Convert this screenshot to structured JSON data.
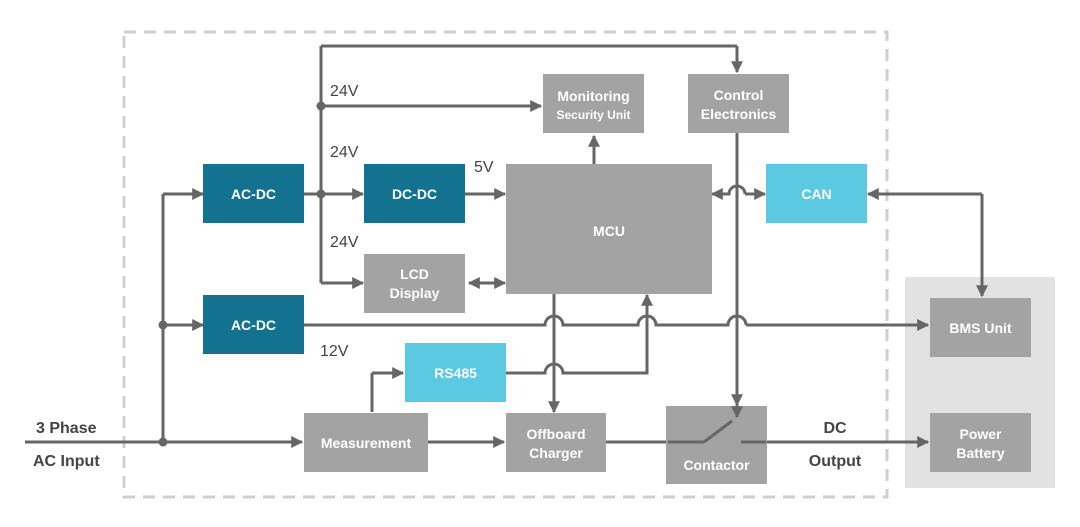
{
  "colors": {
    "teal": "#12728f",
    "cyan": "#5bc9e1",
    "gray_block": "#a3a3a3",
    "wire": "#666666",
    "battery_panel": "#e2e2e2",
    "dashed_border": "#cfcfcf"
  },
  "blocks": {
    "acdc_top": "AC-DC",
    "acdc_bottom": "AC-DC",
    "dcdc": "DC-DC",
    "lcd": [
      "LCD",
      "Display"
    ],
    "mcu": "MCU",
    "monitoring": [
      "Monitoring",
      "Security Unit"
    ],
    "control": [
      "Control",
      "Electronics"
    ],
    "can": "CAN",
    "rs485": "RS485",
    "measurement": "Measurement",
    "offboard": [
      "Offboard",
      "Charger"
    ],
    "contactor": "Contactor",
    "bms": "BMS Unit",
    "battery": [
      "Power",
      "Battery"
    ]
  },
  "labels": {
    "v24_top": "24V",
    "v24_mid": "24V",
    "v24_low": "24V",
    "v5": "5V",
    "v12": "12V",
    "input": [
      "3 Phase",
      "AC Input"
    ],
    "output": [
      "DC",
      "Output"
    ]
  }
}
